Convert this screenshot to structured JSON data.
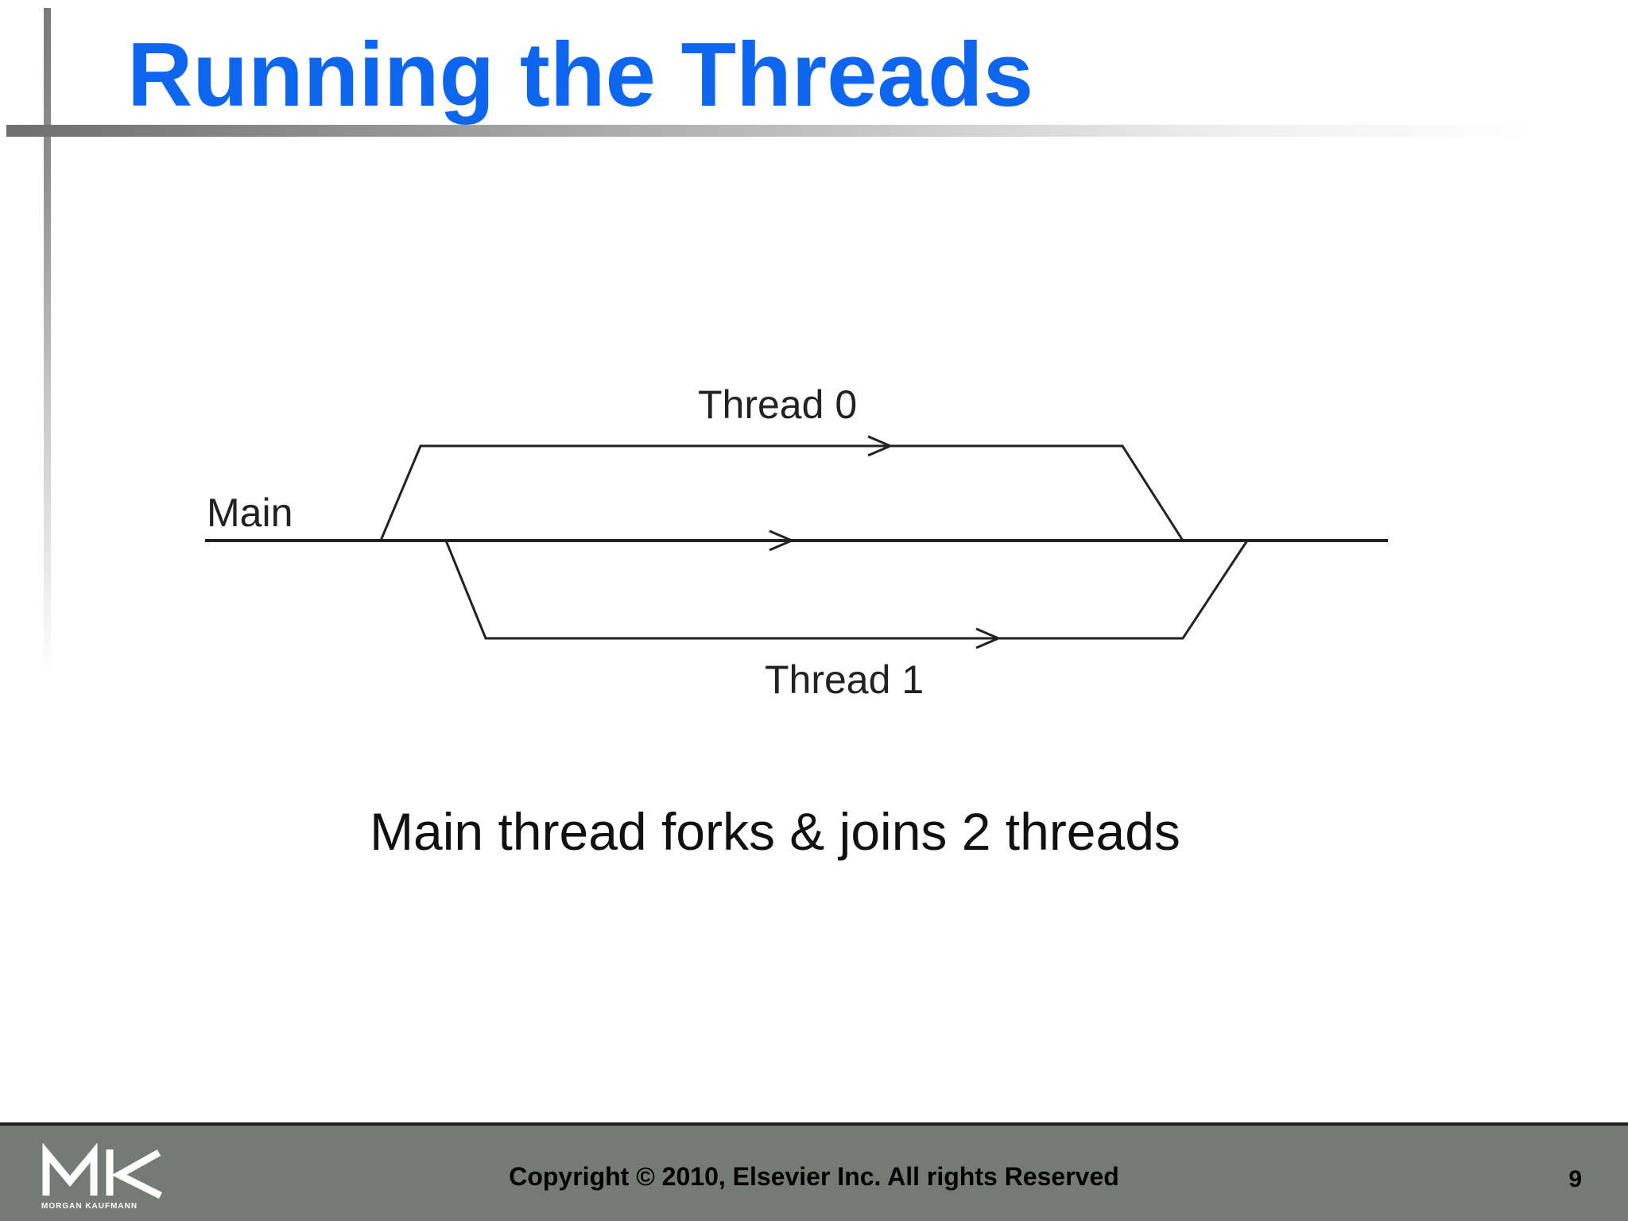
{
  "slide": {
    "title": "Running the Threads",
    "caption": "Main thread forks & joins 2 threads",
    "page_number": "9"
  },
  "diagram": {
    "main_label": "Main",
    "thread0_label": "Thread 0",
    "thread1_label": "Thread 1"
  },
  "footer": {
    "copyright": "Copyright © 2010, Elsevier Inc. All rights Reserved",
    "publisher_logo": "MK",
    "publisher_name": "MORGAN KAUFMANN"
  },
  "colors": {
    "title": "#0f66ee",
    "footer_bg": "#737b74",
    "line": "#222222"
  }
}
